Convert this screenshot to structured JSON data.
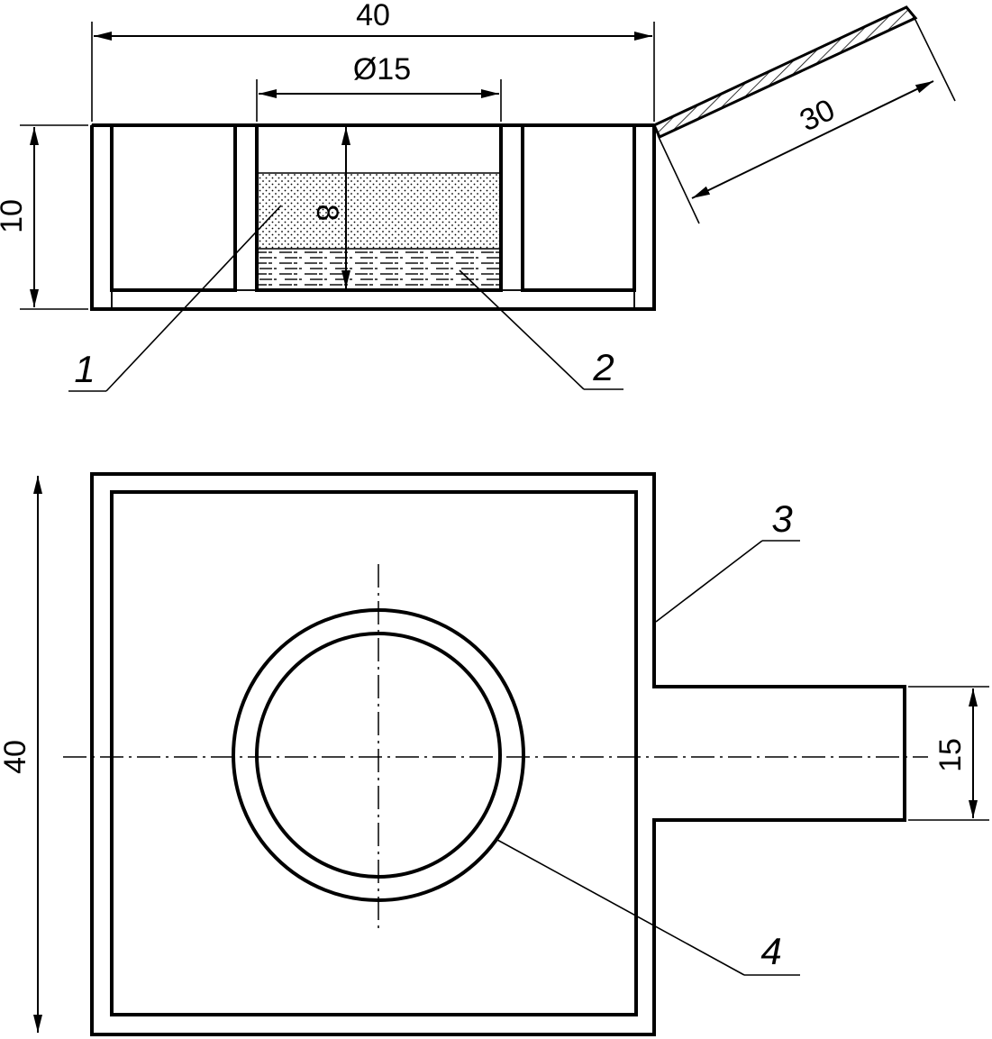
{
  "section_view": {
    "dimensions": {
      "overall_width": "40",
      "inner_diameter": "Ø15",
      "height": "10",
      "liquid_depth": "8",
      "spout_length": "30"
    },
    "callouts": {
      "part_1": "1",
      "part_2": "2"
    }
  },
  "plan_view": {
    "dimensions": {
      "overall_height": "40",
      "spout_width": "15"
    },
    "callouts": {
      "part_3": "3",
      "part_4": "4"
    }
  }
}
